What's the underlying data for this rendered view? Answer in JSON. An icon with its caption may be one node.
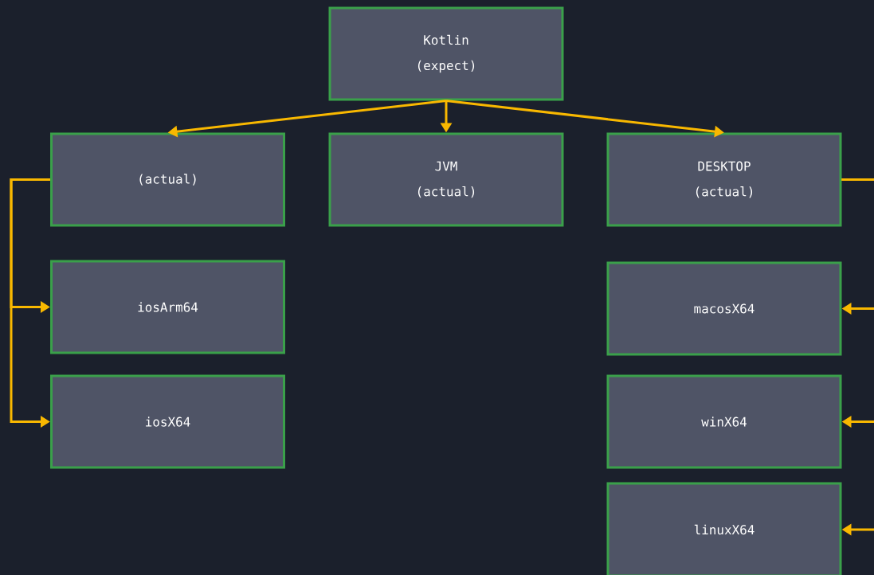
{
  "diagram": {
    "nodes": [
      {
        "text": [
          "Kotlin (expect)"
        ]
      },
      {
        "text": [
          "(actual)"
        ]
      },
      {
        "text": [
          "JVM (actual)"
        ]
      },
      {
        "text": [
          "DESKTOP (actual)"
        ]
      },
      {
        "text": [
          "iosArm64"
        ]
      },
      {
        "text": [
          "iosX64"
        ]
      },
      {
        "text": [
          "macosX64"
        ]
      },
      {
        "text": [
          "winX64"
        ]
      },
      {
        "text": [
          "linuxX64"
        ]
      }
    ],
    "edges": [
      {
        "from": 0,
        "to": 1,
        "arrow": "to"
      },
      {
        "from": 0,
        "to": 2,
        "arrow": "to"
      },
      {
        "from": 0,
        "to": 3,
        "arrow": "to"
      },
      {
        "from": 1,
        "to": 4,
        "arrow": "to"
      },
      {
        "from": 1,
        "to": 5,
        "arrow": "to"
      },
      {
        "from": 3,
        "to": 6,
        "arrow": "to"
      },
      {
        "from": 3,
        "to": 7,
        "arrow": "to"
      },
      {
        "from": 3,
        "to": 8,
        "arrow": "to"
      }
    ]
  }
}
